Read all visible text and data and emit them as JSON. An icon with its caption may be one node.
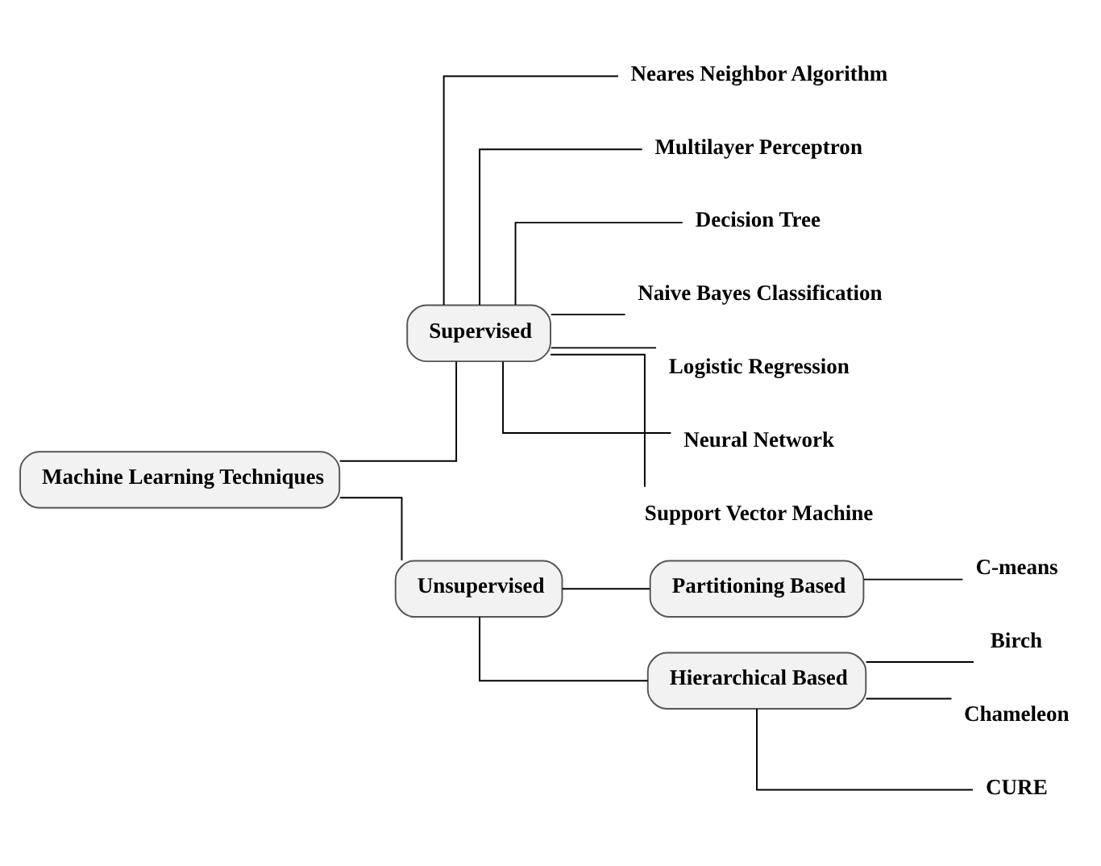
{
  "diagram": {
    "nodes": [
      {
        "text": [
          "Machine Learning Techniques"
        ]
      },
      {
        "text": [
          "Supervised"
        ]
      },
      {
        "text": [
          "Unsupervised"
        ]
      },
      {
        "text": [
          "Partitioning Based"
        ]
      },
      {
        "text": [
          "Hierarchical Based"
        ]
      },
      {
        "text": [
          "Neares Neighbor Algorithm"
        ]
      },
      {
        "text": [
          "Multilayer Perceptron"
        ]
      },
      {
        "text": [
          "Decision Tree"
        ]
      },
      {
        "text": [
          "Naive Bayes Classification"
        ]
      },
      {
        "text": [
          "Logistic Regression"
        ]
      },
      {
        "text": [
          "Neural Network"
        ]
      },
      {
        "text": [
          "Support Vector Machine"
        ]
      },
      {
        "text": [
          "C-means"
        ]
      },
      {
        "text": [
          "Birch"
        ]
      },
      {
        "text": [
          "Chameleon"
        ]
      },
      {
        "text": [
          "CURE"
        ]
      }
    ],
    "edges": [
      {
        "from": 0,
        "to": 1,
        "arrow": "none"
      },
      {
        "from": 0,
        "to": 2,
        "arrow": "none"
      },
      {
        "from": 2,
        "to": 3,
        "arrow": "none"
      },
      {
        "from": 2,
        "to": 4,
        "arrow": "none"
      },
      {
        "from": 1,
        "to": 5,
        "arrow": "none"
      },
      {
        "from": 1,
        "to": 6,
        "arrow": "none"
      },
      {
        "from": 1,
        "to": 7,
        "arrow": "none"
      },
      {
        "from": 1,
        "to": 8,
        "arrow": "none"
      },
      {
        "from": 1,
        "to": 9,
        "arrow": "none"
      },
      {
        "from": 1,
        "to": 10,
        "arrow": "none"
      },
      {
        "from": 1,
        "to": 11,
        "arrow": "none"
      },
      {
        "from": 3,
        "to": 12,
        "arrow": "none"
      },
      {
        "from": 4,
        "to": 13,
        "arrow": "none"
      },
      {
        "from": 4,
        "to": 14,
        "arrow": "none"
      },
      {
        "from": 4,
        "to": 15,
        "arrow": "none"
      }
    ]
  }
}
